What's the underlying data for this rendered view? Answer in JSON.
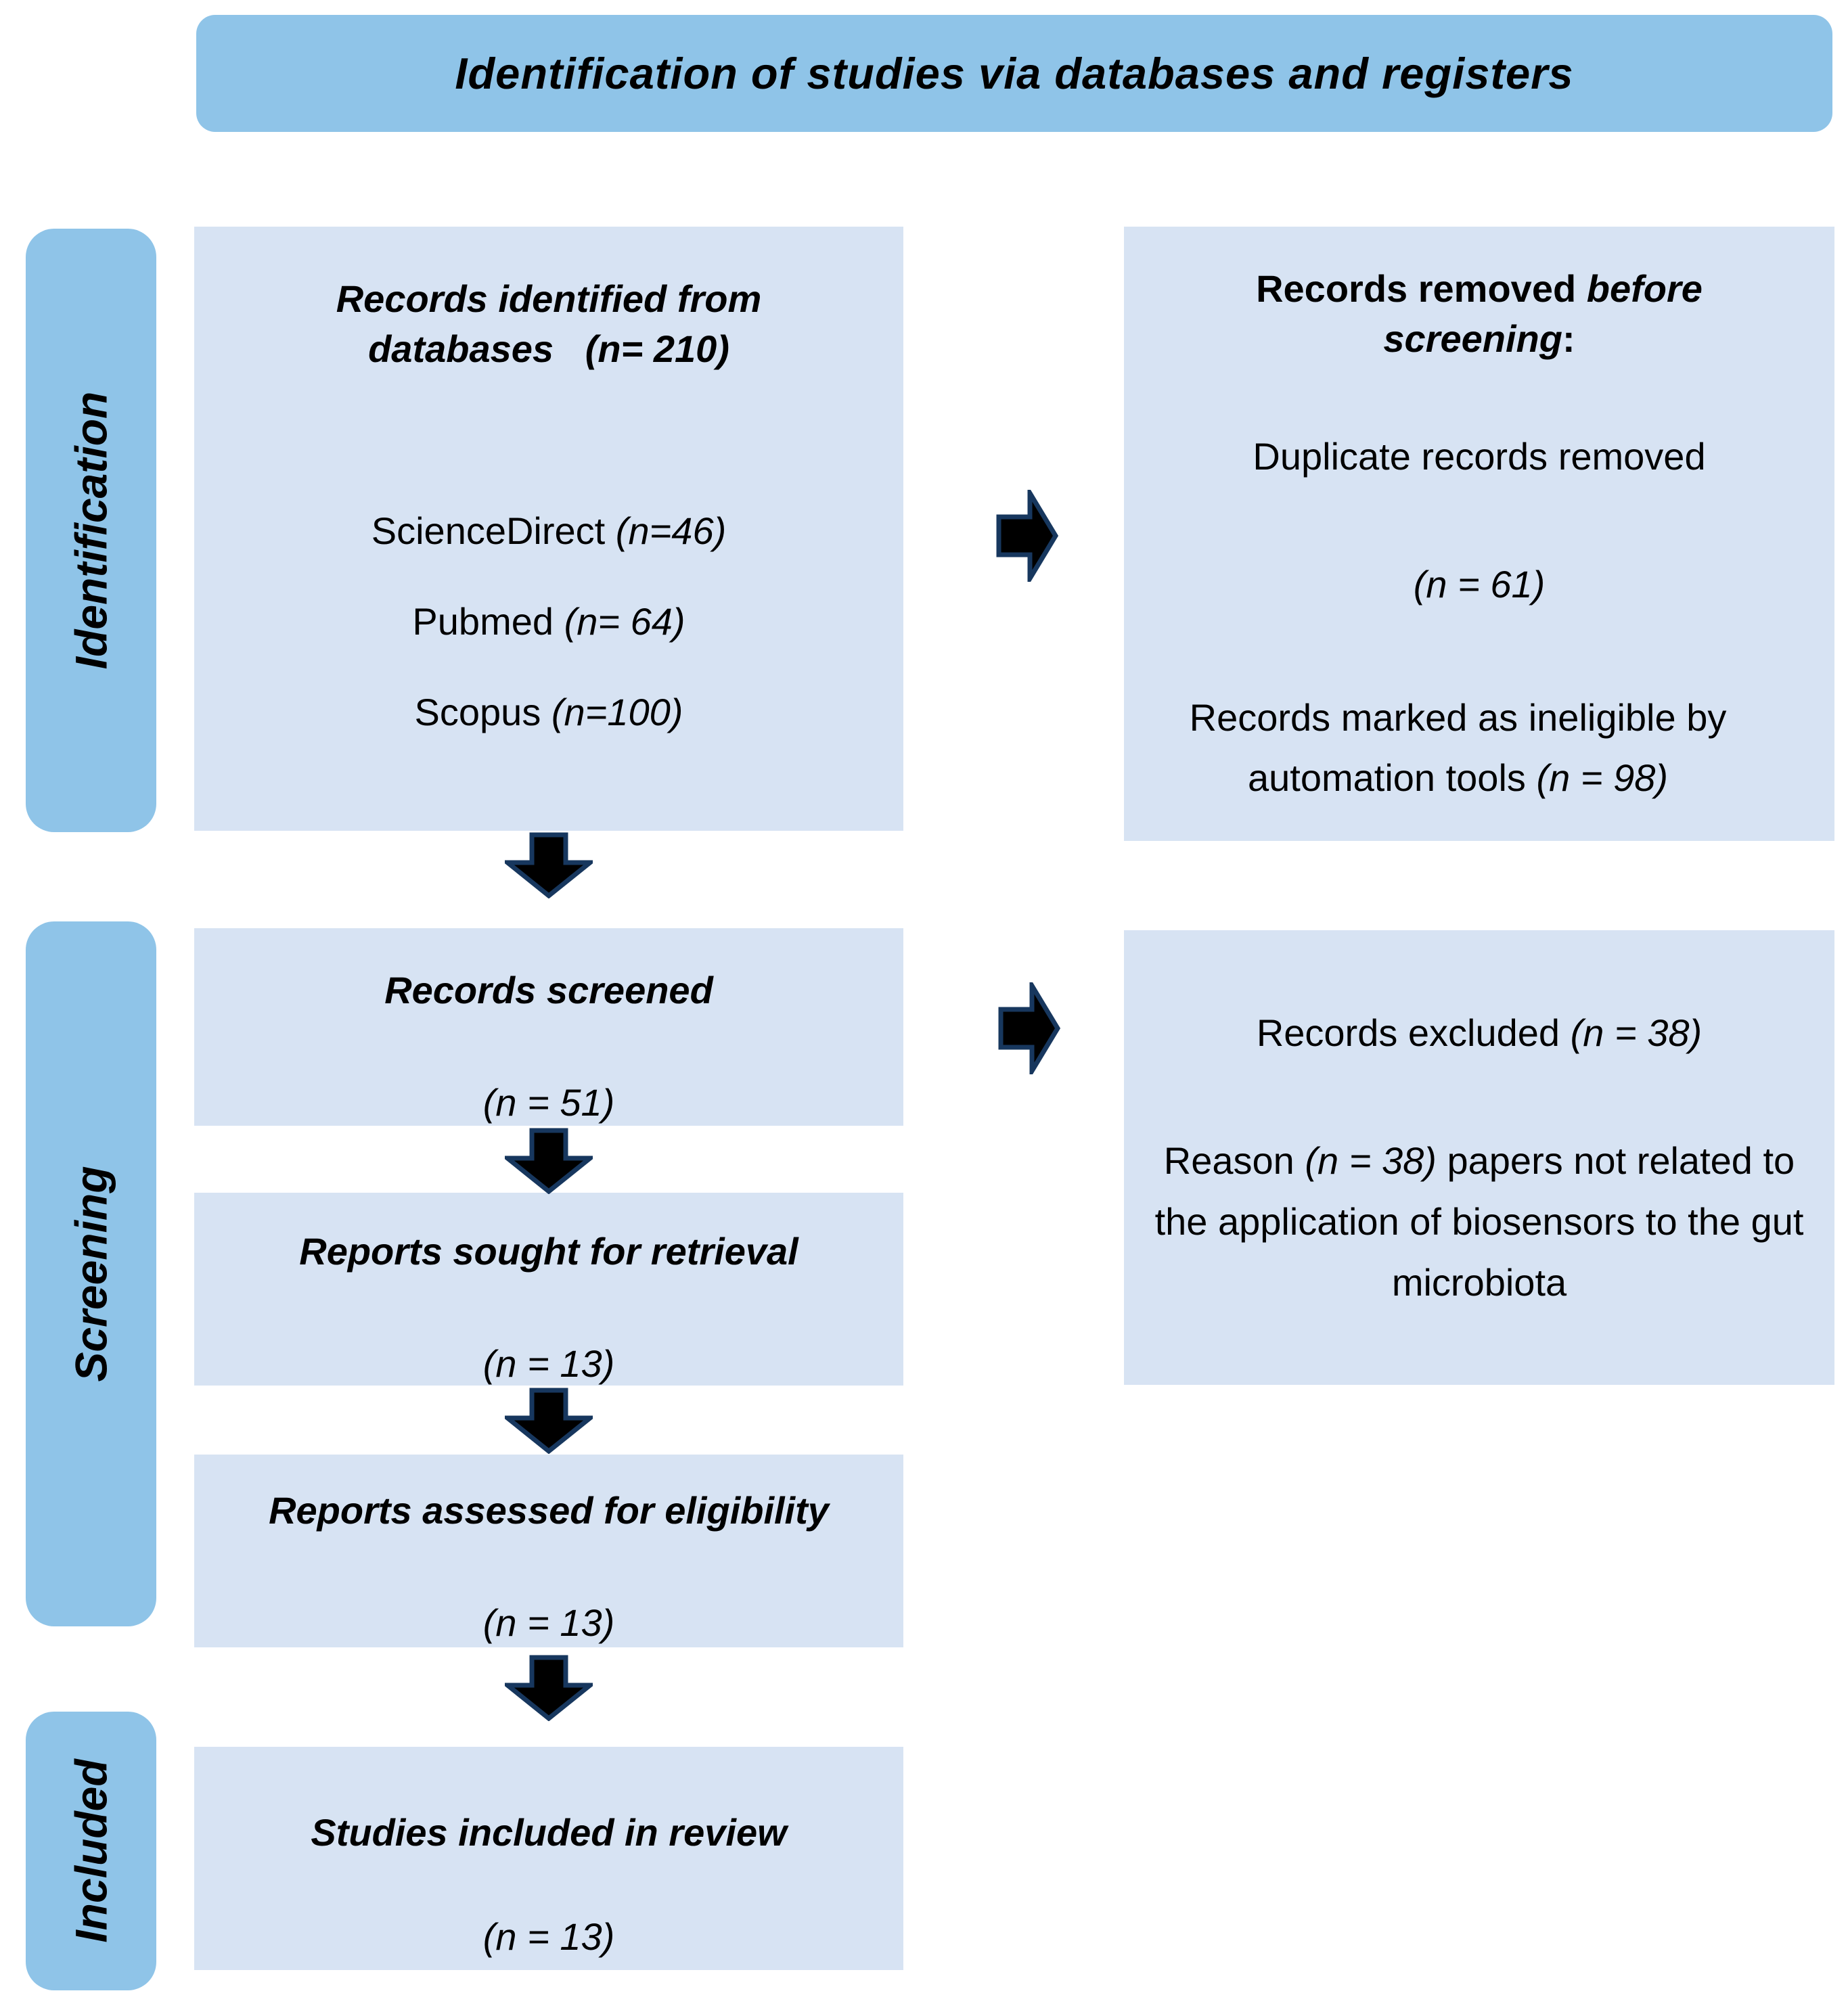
{
  "title": "Identification of studies via databases and registers",
  "colors": {
    "header_blue": "#8FC4E8",
    "flow_box_blue": "#D7E3F3",
    "arrow_fill": "#000000",
    "arrow_border": "#17375E"
  },
  "sidebar": {
    "identification": "Identification",
    "screening": "Screening",
    "included": "Included"
  },
  "flow": {
    "identified": {
      "heading_line1": "Records identified from",
      "heading_line2": "databases   (n= 210)",
      "sources": [
        {
          "label": "ScienceDirect ",
          "count": "(n=46)"
        },
        {
          "label": "Pubmed ",
          "count": "(n= 64)"
        },
        {
          "label": "Scopus ",
          "count": "(n=100)"
        }
      ]
    },
    "screened": {
      "heading": "Records screened",
      "count": "(n = 51)"
    },
    "sought": {
      "heading": "Reports sought for retrieval",
      "count": "(n = 13)"
    },
    "assessed": {
      "heading": "Reports assessed for eligibility",
      "count": "(n = 13)"
    },
    "included": {
      "heading": "Studies included in review",
      "count": "(n = 13)"
    }
  },
  "exclusions": {
    "removed_before_screening": {
      "heading_pre": "Records removed ",
      "heading_italic": "before screening",
      "heading_post": ":",
      "duplicate_line": "Duplicate records removed",
      "duplicate_count": "(n = 61)",
      "ineligible_pre": "Records marked as ineligible by automation tools ",
      "ineligible_count": "(n = 98)"
    },
    "excluded": {
      "line_pre": "Records excluded ",
      "line_count": "(n = 38)",
      "reason_pre": "Reason ",
      "reason_count": "(n = 38)",
      "reason_post": " papers not related to the application of biosensors to the gut microbiota"
    }
  }
}
